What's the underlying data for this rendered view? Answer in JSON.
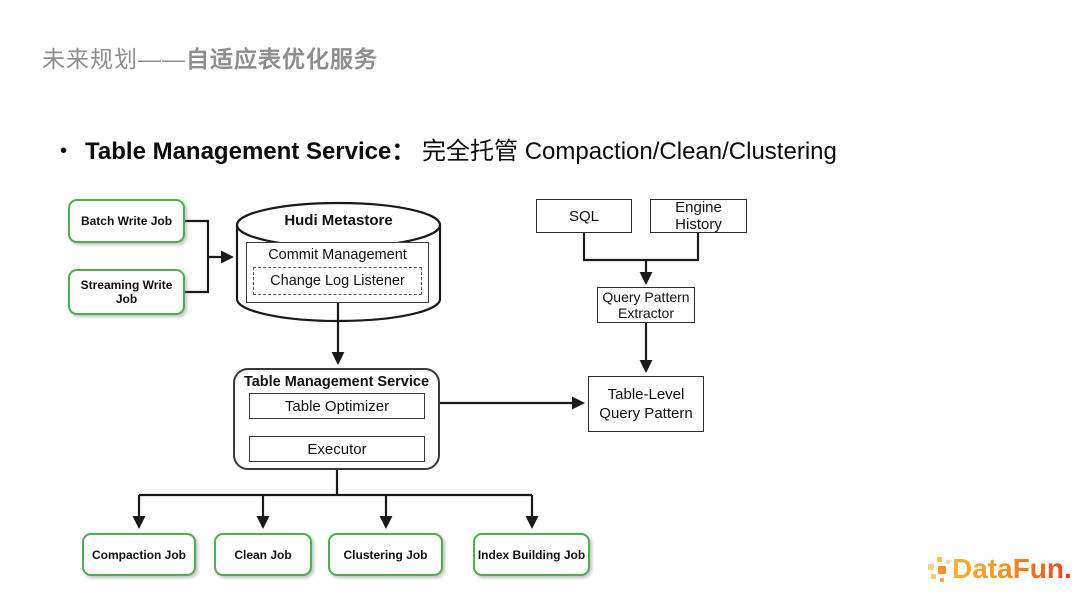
{
  "slide": {
    "title_regular": "未来规划——",
    "title_bold": "自适应表优化服务",
    "bullet": {
      "marker": "•",
      "term": "Table Management Service",
      "colon": "：",
      "description": " 完全托管 Compaction/Clean/Clustering"
    }
  },
  "diagram": {
    "sources": [
      {
        "label": "Batch Write Job"
      },
      {
        "label": "Streaming Write Job"
      }
    ],
    "metastore": {
      "title": "Hudi Metastore",
      "commit": "Commit Management",
      "listener": "Change Log Listener"
    },
    "query_inputs": [
      {
        "label": "SQL"
      },
      {
        "label": "Engine History"
      }
    ],
    "extractor": {
      "line1": "Query Pattern",
      "line2": "Extractor"
    },
    "tms": {
      "title": "Table Management Service",
      "optimizer": "Table Optimizer",
      "executor": "Executor"
    },
    "table_level": {
      "line1": "Table-Level",
      "line2": "Query Pattern"
    },
    "jobs": [
      {
        "label": "Compaction Job"
      },
      {
        "label": "Clean Job"
      },
      {
        "label": "Clustering Job"
      },
      {
        "label": "Index Building Job"
      }
    ],
    "colors": {
      "job_border_green": "#4caf50",
      "connector_black": "#1a1a1a",
      "title_gray": "#8e8e8e"
    }
  },
  "footer": {
    "logo_text": "DataFun."
  }
}
